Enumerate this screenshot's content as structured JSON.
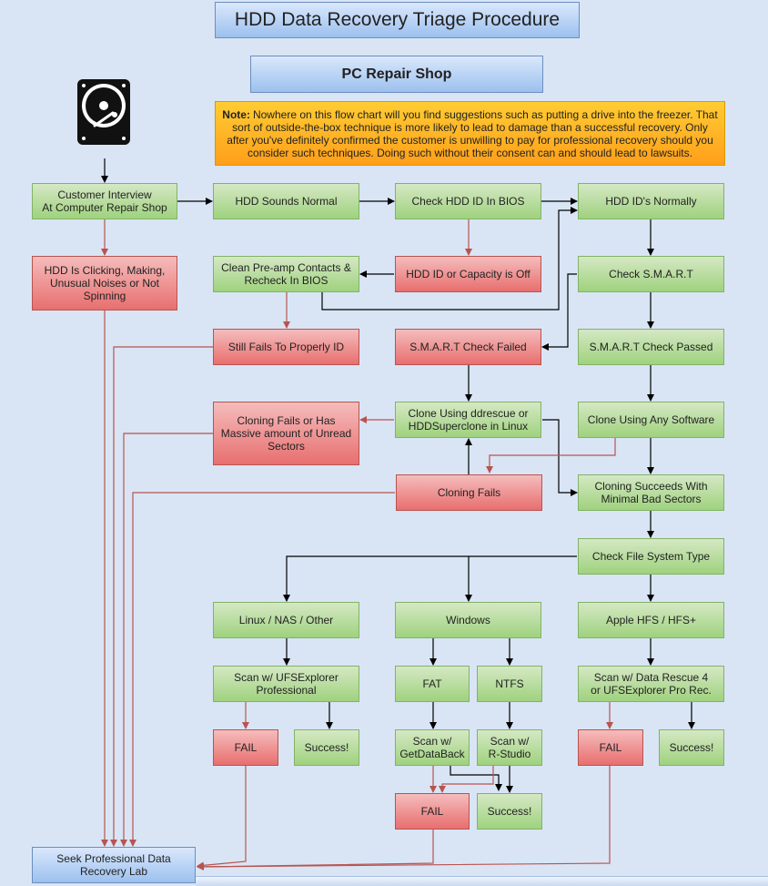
{
  "title": "HDD Data Recovery Triage Procedure",
  "subtitle": "PC Repair Shop",
  "note": {
    "label": "Note:",
    "text": "Nowhere on this flow chart will you find suggestions such as putting a drive into the freezer. That sort of outside-the-box technique is  more likely to lead to damage than a successful recovery. Only after you've definitely confirmed the customer is unwilling to pay for professional recovery should you consider such techniques.  Doing such without their consent can and should lead to lawsuits."
  },
  "icon": "hard-drive-icon",
  "colors": {
    "success": "#9fd27e",
    "failure": "#e86f6f",
    "header": "#9cc0ee",
    "note": "#ffb020",
    "arrow_ok": "#000000",
    "arrow_fail": "#b85450"
  },
  "nodes": {
    "customer_interview": "Customer Interview\nAt Computer Repair Shop",
    "sounds_normal": "HDD Sounds Normal",
    "check_bios": "Check HDD ID In BIOS",
    "ids_normally": "HDD ID's Normally",
    "clicking": "HDD Is Clicking, Making,\nUnusual Noises or Not\nSpinning",
    "clean_preamp": "Clean Pre-amp Contacts &\nRecheck In BIOS",
    "id_off": "HDD ID or Capacity is Off",
    "check_smart": "Check S.M.A.R.T",
    "still_fails": "Still Fails To Properly ID",
    "smart_failed": "S.M.A.R.T Check Failed",
    "smart_passed": "S.M.A.R.T Check Passed",
    "cloning_fails_massive": "Cloning Fails or Has\nMassive amount of Unread\nSectors",
    "clone_ddrescue": "Clone Using ddrescue or\nHDDSuperclone in Linux",
    "clone_any": "Clone Using Any Software",
    "cloning_fails": "Cloning Fails",
    "cloning_succeeds": "Cloning Succeeds With\nMinimal Bad Sectors",
    "check_fs": "Check File System Type",
    "linux": "Linux / NAS / Other",
    "windows": "Windows",
    "apple": "Apple HFS / HFS+",
    "scan_ufs_pro": "Scan w/ UFSExplorer\nProfessional",
    "fat": "FAT",
    "ntfs": "NTFS",
    "scan_data_rescue": "Scan w/ Data Rescue 4\nor UFSExplorer Pro Rec.",
    "fail_linux": "FAIL",
    "success_linux": "Success!",
    "scan_getdataback": "Scan w/\nGetDataBack",
    "scan_rstudio": "Scan w/\nR-Studio",
    "fail_apple": "FAIL",
    "success_apple": "Success!",
    "fail_windows": "FAIL",
    "success_windows": "Success!",
    "seek_lab": "Seek Professional Data\nRecovery Lab"
  }
}
